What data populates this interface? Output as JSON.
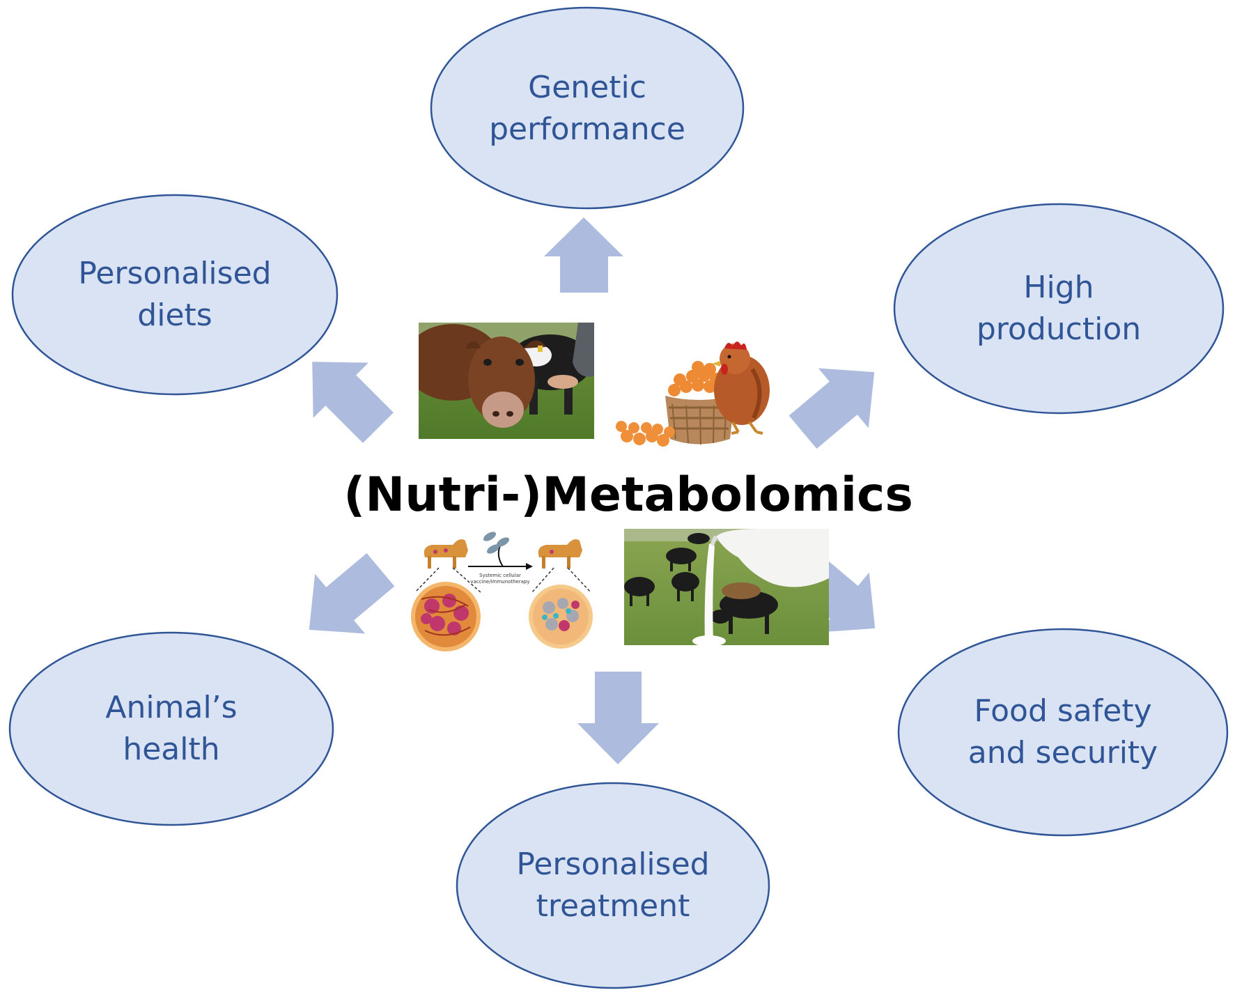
{
  "diagram": {
    "center": {
      "title": "(Nutri-)Metabolomics"
    },
    "outcomes": {
      "genetic_performance": {
        "line1": "Genetic",
        "line2": "performance"
      },
      "high_production": {
        "line1": "High",
        "line2": "production"
      },
      "food_safety": {
        "line1": "Food safety",
        "line2": "and security"
      },
      "personalised_treatment": {
        "line1": "Personalised",
        "line2": "treatment"
      },
      "animals_health": {
        "line1": "Animal’s",
        "line2": "health"
      },
      "personalised_diets": {
        "line1": "Personalised",
        "line2": "diets"
      }
    },
    "images": {
      "cow_feeding": "cow-eating-from-hand-photo",
      "hen_eggs": "hen-with-egg-basket-photo",
      "dog_therapy": {
        "caption_line1": "Systemic cellular",
        "caption_line2": "vaccine/immunotherapy"
      },
      "cattle_milk": "grazing-cattle-with-milk-jug-photo"
    },
    "colors": {
      "bubble_fill": "#dae3f3",
      "bubble_stroke": "#2f5597",
      "arrow_fill": "#adbbdf",
      "label_text": "#2f5597",
      "title_text": "#000000"
    }
  }
}
